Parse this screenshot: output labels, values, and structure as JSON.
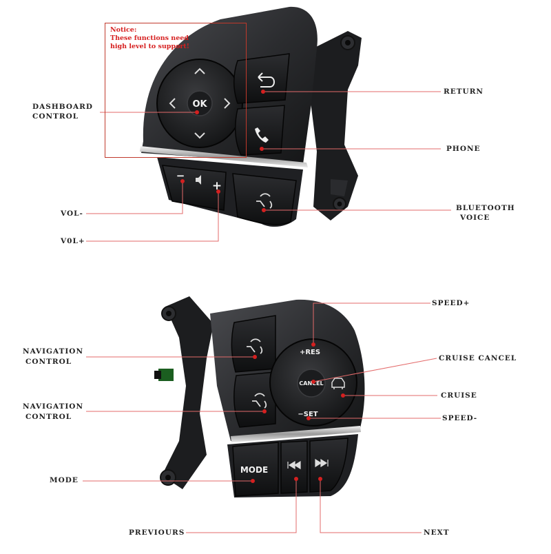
{
  "notice": {
    "line1": "Notice:",
    "line2": "These functions need",
    "line3": "high level to support!"
  },
  "top_controller": {
    "labels": {
      "dashboard_control_1": "DASHBOARD",
      "dashboard_control_2": "CONTROL",
      "return": "RETURN",
      "phone": "PHONE",
      "bluetooth_voice_1": "BLUETOOTH",
      "bluetooth_voice_2": "VOICE",
      "vol_minus": "VOL-",
      "vol_plus": "V0L+"
    },
    "buttons": {
      "ok": "OK",
      "minus": "−",
      "plus": "+"
    }
  },
  "bottom_controller": {
    "labels": {
      "speed_plus": "SPEED+",
      "navigation_control_1a": "NAVIGATION",
      "navigation_control_1b": "CONTROL",
      "navigation_control_2a": "NAVIGATION",
      "navigation_control_2b": "CONTROL",
      "cruise_cancel": "CRUISE CANCEL",
      "cruise": "CRUISE",
      "speed_minus": "SPEED-",
      "mode": "MODE",
      "previous": "PREVIOURS",
      "next": "NEXT"
    },
    "buttons": {
      "res": "+RES",
      "cancel": "CANCEL",
      "set": "−SET",
      "mode": "MODE"
    }
  },
  "colors": {
    "leader_line": "#e36a6a",
    "marker": "#d42020",
    "body": "#2a2b2e",
    "button": "#151617",
    "chrome": "#d8d8d8"
  }
}
